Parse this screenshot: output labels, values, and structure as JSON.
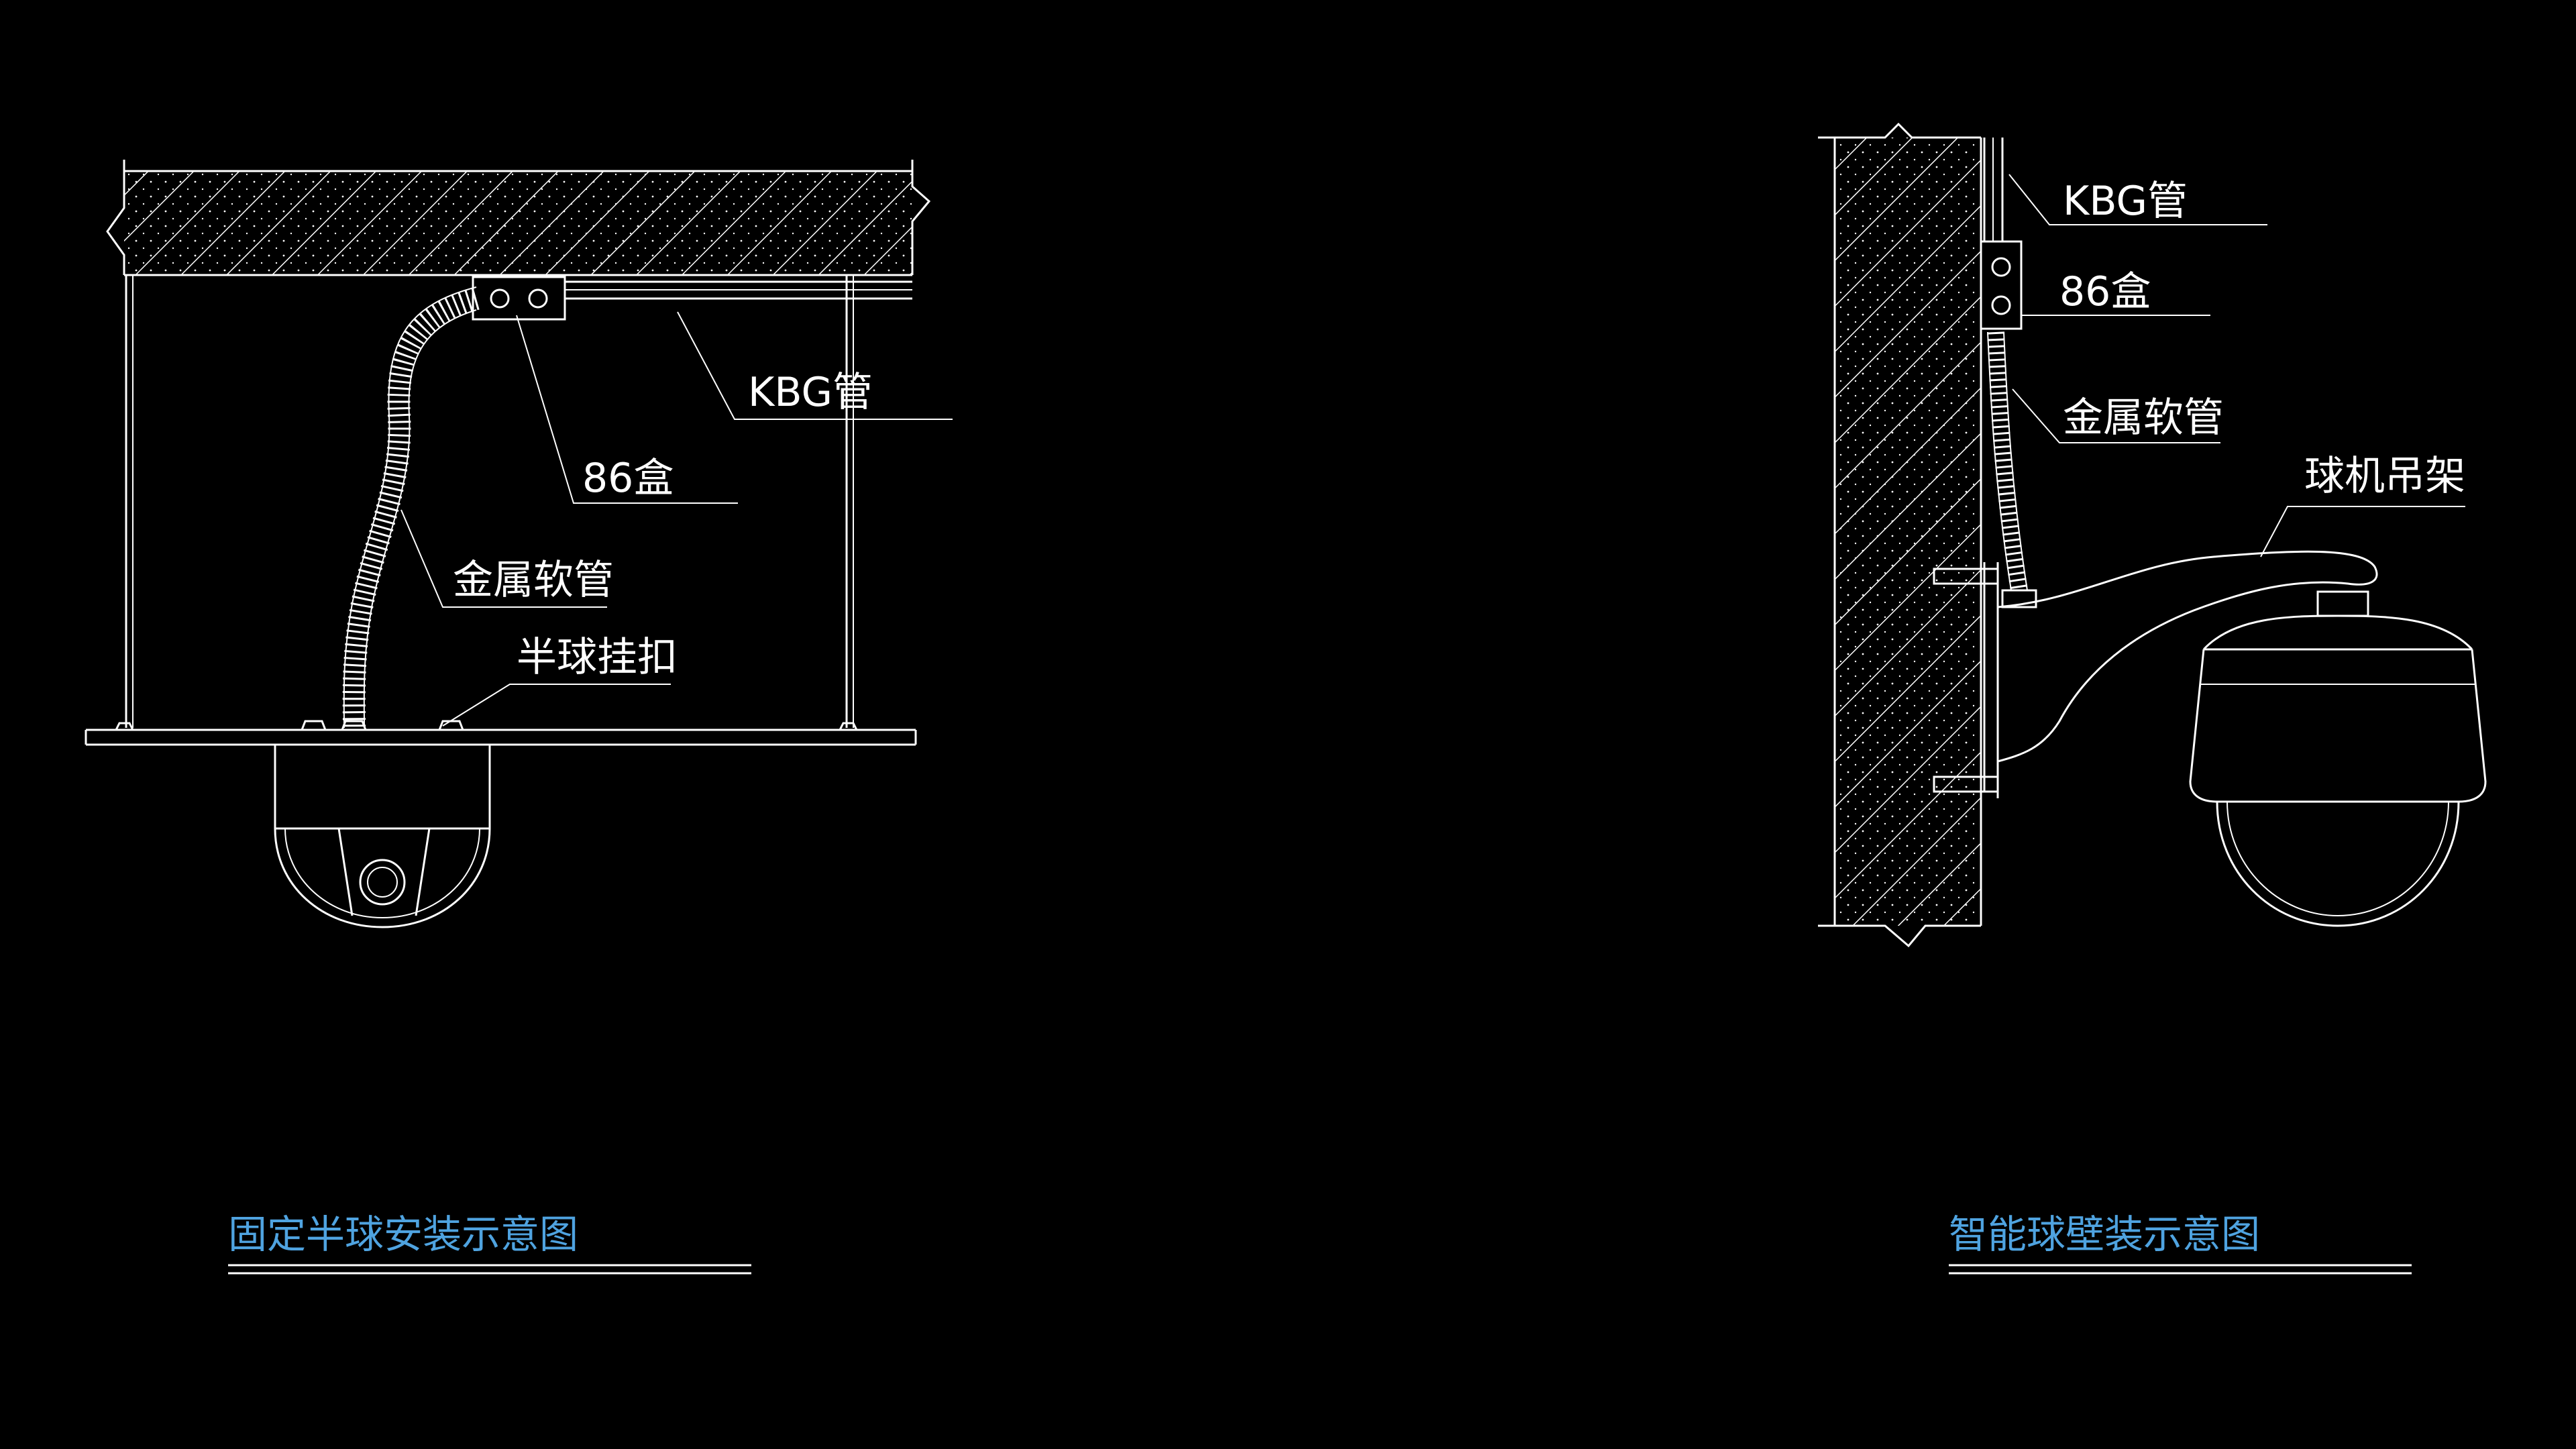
{
  "colors": {
    "background": "#000000",
    "line": "#ffffff",
    "hatch": "#ffffff",
    "title": "#4fa3e0"
  },
  "left_diagram": {
    "labels": {
      "kbg_pipe": "KBG管",
      "box_86": "86盒",
      "metal_hose": "金属软管",
      "dome_clip": "半球挂扣"
    },
    "title": "固定半球安装示意图"
  },
  "right_diagram": {
    "labels": {
      "kbg_pipe": "KBG管",
      "box_86": "86盒",
      "metal_hose": "金属软管",
      "bracket": "球机吊架"
    },
    "title": "智能球壁装示意图"
  }
}
